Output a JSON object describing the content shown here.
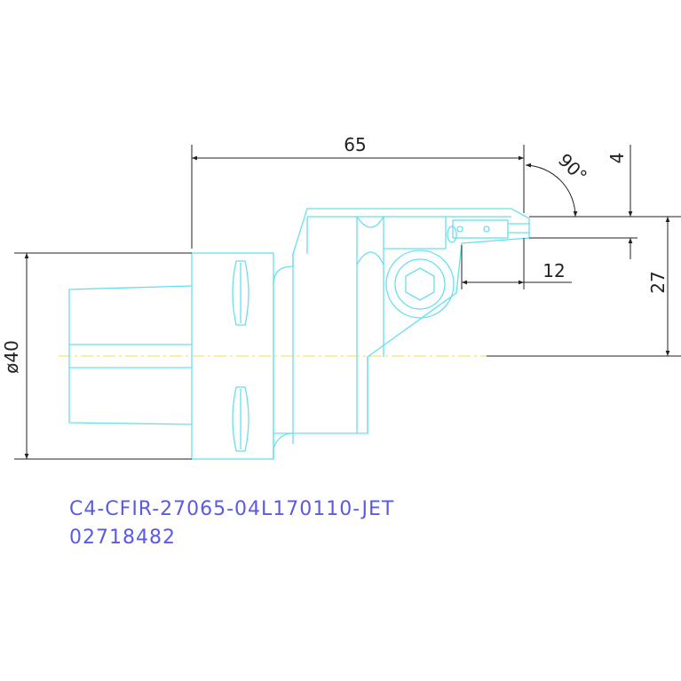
{
  "dimensions": {
    "length": "65",
    "angle": "90°",
    "step": "4",
    "offset": "12",
    "height": "27",
    "diameter": "ø40"
  },
  "labels": {
    "part_code": "C4-CFIR-27065-04L170110-JET",
    "part_number": "02718482"
  },
  "colors": {
    "outline": "#66e0ee",
    "dimension": "#222222",
    "centerline": "#e8e04a",
    "label_text": "#5a5ae6",
    "background": "#ffffff"
  }
}
